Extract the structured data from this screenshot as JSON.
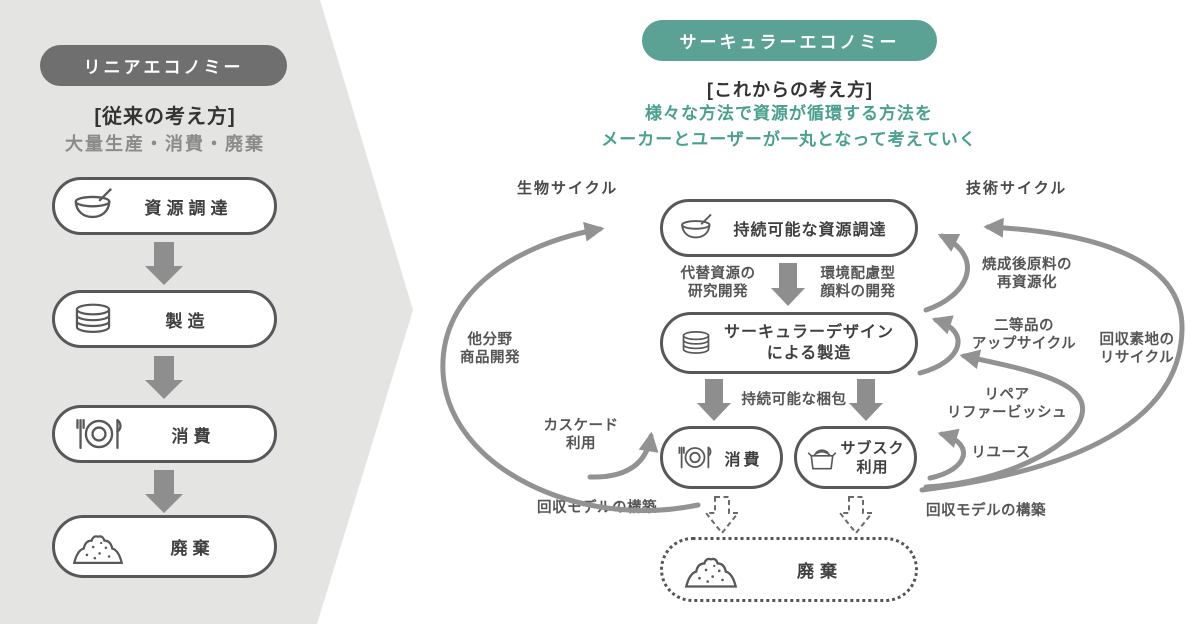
{
  "colors": {
    "accent_teal": "#5ba295",
    "teal_text": "#4aa08e",
    "badge_gray": "#6f6f70",
    "background_gray": "#e4e5e3",
    "arrow_gray": "#8e8e8e",
    "pill_border": "#57585a"
  },
  "linear": {
    "badge": "リニアエコノミー",
    "subtitle": "[従来の考え方]",
    "description": "大量生産・消費・廃棄",
    "steps": [
      {
        "label": "資源調達",
        "icon": "bowl-icon"
      },
      {
        "label": "製造",
        "icon": "plates-stack-icon"
      },
      {
        "label": "消費",
        "icon": "plate-cutlery-icon"
      },
      {
        "label": "廃棄",
        "icon": "waste-pile-icon"
      }
    ]
  },
  "circular": {
    "badge": "サーキュラーエコノミー",
    "subtitle": "[これからの考え方]",
    "description": "様々な方法で資源が循環する方法を\nメーカーとユーザーが一丸となって考えていく",
    "bio_cycle": "生物サイクル",
    "tech_cycle": "技術サイクル",
    "nodes": {
      "sourcing": {
        "label": "持続可能な資源調達",
        "icon": "bowl-icon"
      },
      "manufacturing": {
        "label": "サーキュラーデザイン\nによる製造",
        "icon": "plates-stack-icon"
      },
      "consumption": {
        "label": "消費",
        "icon": "plate-cutlery-icon"
      },
      "subscription": {
        "label": "サブスク\n利用",
        "icon": "subscription-box-icon"
      },
      "disposal": {
        "label": "廃棄",
        "icon": "waste-pile-icon"
      }
    },
    "flow_labels": {
      "alt_resources": "代替資源の\n研究開発",
      "eco_pigment": "環境配慮型\n顔料の開発",
      "packaging": "持続可能な梱包",
      "other_fields": "他分野\n商品開発",
      "cascade": "カスケード\n利用",
      "recovery_left": "回収モデルの構築",
      "recovery_right": "回収モデルの構築",
      "refire": "焼成後原料の\n再資源化",
      "upcycle": "二等品の\nアップサイクル",
      "recycle": "回収素地の\nリサイクル",
      "repair": "リペア\nリファービッシュ",
      "reuse": "リユース"
    }
  }
}
